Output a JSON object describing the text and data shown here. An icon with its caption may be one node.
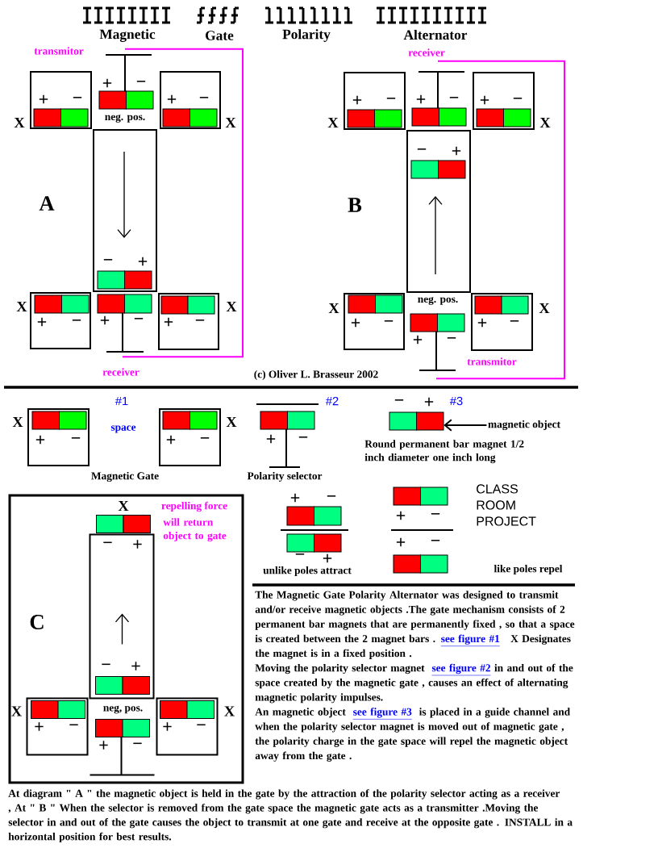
{
  "diagram": {
    "nodes": [
      {
        "text": [
          "+",
          "−"
        ],
        "beside": [
          "X"
        ]
      },
      {
        "text": [
          "+",
          "−"
        ],
        "beside": [
          "transmitor",
          "neg. pos."
        ]
      },
      {
        "text": [
          "+",
          "−"
        ],
        "beside": [
          "X"
        ]
      },
      {
        "text": [
          "−",
          "+"
        ]
      },
      {
        "text": [
          "+",
          "−"
        ],
        "beside": [
          "X"
        ]
      },
      {
        "text": [
          "+",
          "−"
        ],
        "beside": [
          "receiver"
        ]
      },
      {
        "text": [
          "+",
          "−"
        ],
        "beside": [
          "X"
        ]
      },
      {
        "text": [
          "+",
          "−"
        ],
        "beside": [
          "X"
        ]
      },
      {
        "text": [
          "+",
          "−"
        ],
        "beside": [
          "receiver"
        ]
      },
      {
        "text": [
          "+",
          "−"
        ],
        "beside": [
          "X"
        ]
      },
      {
        "text": [
          "−",
          "+"
        ]
      },
      {
        "text": [
          "+",
          "−"
        ],
        "beside": [
          "X"
        ]
      },
      {
        "text": [
          "+",
          "−"
        ],
        "beside": [
          "neg. pos.",
          "transmitor"
        ]
      },
      {
        "text": [
          "+",
          "−"
        ],
        "beside": [
          "X"
        ]
      },
      {
        "text": [
          "+",
          "−"
        ],
        "beside": [
          "X"
        ]
      },
      {
        "text": [
          "+",
          "−"
        ],
        "beside": [
          "X"
        ]
      },
      {
        "text": [
          "+",
          "−"
        ]
      },
      {
        "text": [
          "−",
          "+"
        ]
      },
      {
        "text": [
          "magnetic object"
        ]
      },
      {
        "text": [
          "C"
        ]
      },
      {
        "text": [
          "−",
          "+",
          "−",
          "+"
        ],
        "in": 19
      },
      {
        "text": [
          "+",
          "−"
        ],
        "beside": [
          "X"
        ],
        "in": 19
      },
      {
        "text": [
          "+",
          "−"
        ],
        "beside": [
          "neg, pos."
        ],
        "in": 19
      },
      {
        "text": [
          "+",
          "−"
        ],
        "beside": [
          "X"
        ],
        "in": 19
      },
      {
        "text": [],
        "shape": "bar",
        "in": 19
      },
      {
        "text": [
          "+",
          "−"
        ]
      },
      {
        "text": [
          "−",
          "+"
        ]
      },
      {
        "text": [
          "+",
          "−"
        ]
      },
      {
        "text": [
          "+",
          "−"
        ]
      }
    ],
    "edges": [
      {
        "from": 1,
        "to": 5,
        "arrow": "none",
        "color": "#ff00ff"
      },
      {
        "from": 8,
        "to": 12,
        "arrow": "none",
        "color": "#ff00ff"
      },
      {
        "from": 18,
        "to": 17,
        "arrow": "to",
        "color": "#000000"
      }
    ],
    "labels": [
      "Magnetic",
      "Gate",
      "Polarity",
      "Alternator",
      "A",
      "B",
      "(c) Oliver L. Brasseur 2002",
      "#1",
      "space",
      "#2",
      "#3",
      "Round permanent bar magnet 1/2 inch diameter one inch long",
      "Magnetic Gate",
      "Polarity selector",
      "X",
      "repelling force",
      "will return object to gate",
      "CLASS ROOM PROJECT",
      "unlike poles attract",
      "like poles repel",
      "The Magnetic Gate Polarity Alternator was designed to transmit and/or receive magnetic objects .The gate mechanism consists of 2 permanent bar magnets that are permanently fixed , so that a space is created between the 2 magnet bars .",
      "see figure #1",
      "X Designates the magnet is in a fixed position .",
      "Moving the polarity selector magnet",
      "see figure #2",
      "in and out of the space created by the magnetic gate , causes an effect of alternating magnetic polarity impulses.",
      "An magnetic object",
      "see figure #3",
      "is placed in a guide channel and when the polarity selector magnet is moved out of magnetic gate , the polarity charge in the gate space will repel the magnetic object away from the gate .",
      "At diagram \" A \" the magnetic object is held in the gate by the attraction of the polarity selector acting as a receiver , At \" B \" When the selector is removed from the gate space the magnetic gate acts as a transmitter .Moving the selector in and out of the gate causes the object to transmit at one gate and receive at the opposite gate . INSTALL in a horizontal position for best results."
    ]
  }
}
